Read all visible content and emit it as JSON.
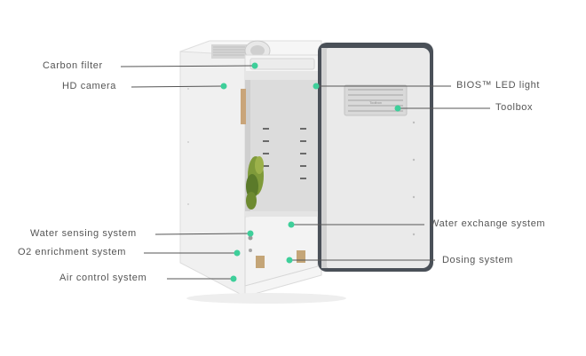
{
  "callouts": {
    "carbon_filter": "Carbon filter",
    "hd_camera": "HD camera",
    "led_light": "BIOS™ LED light",
    "toolbox": "Toolbox",
    "water_exchange": "Water exchange system",
    "water_sensing": "Water sensing system",
    "o2_enrichment": "O2 enrichment system",
    "dosing": "Dosing system",
    "air_control": "Air control system"
  },
  "toolbox_panel": {
    "brand_text": "Toolbox"
  },
  "colors": {
    "dot": "#3ecf9a",
    "line": "#555555",
    "cabinet": "#f1f1f1",
    "door_frame": "#4a5058"
  }
}
